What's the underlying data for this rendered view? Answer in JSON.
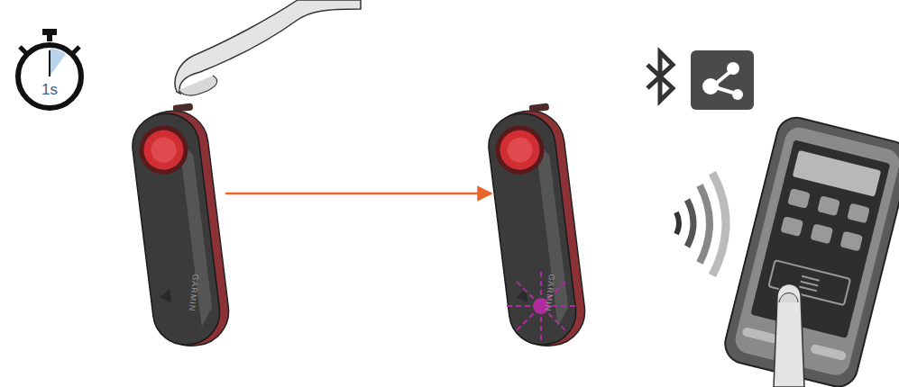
{
  "diagram": {
    "nodes": [
      {
        "text": [
          "1s"
        ]
      },
      {
        "text": [
          "GARMIN"
        ]
      },
      {
        "text": [
          "GARMIN"
        ]
      }
    ],
    "edges": [
      {
        "from": 1,
        "to": 2,
        "arrow": "to"
      }
    ]
  }
}
